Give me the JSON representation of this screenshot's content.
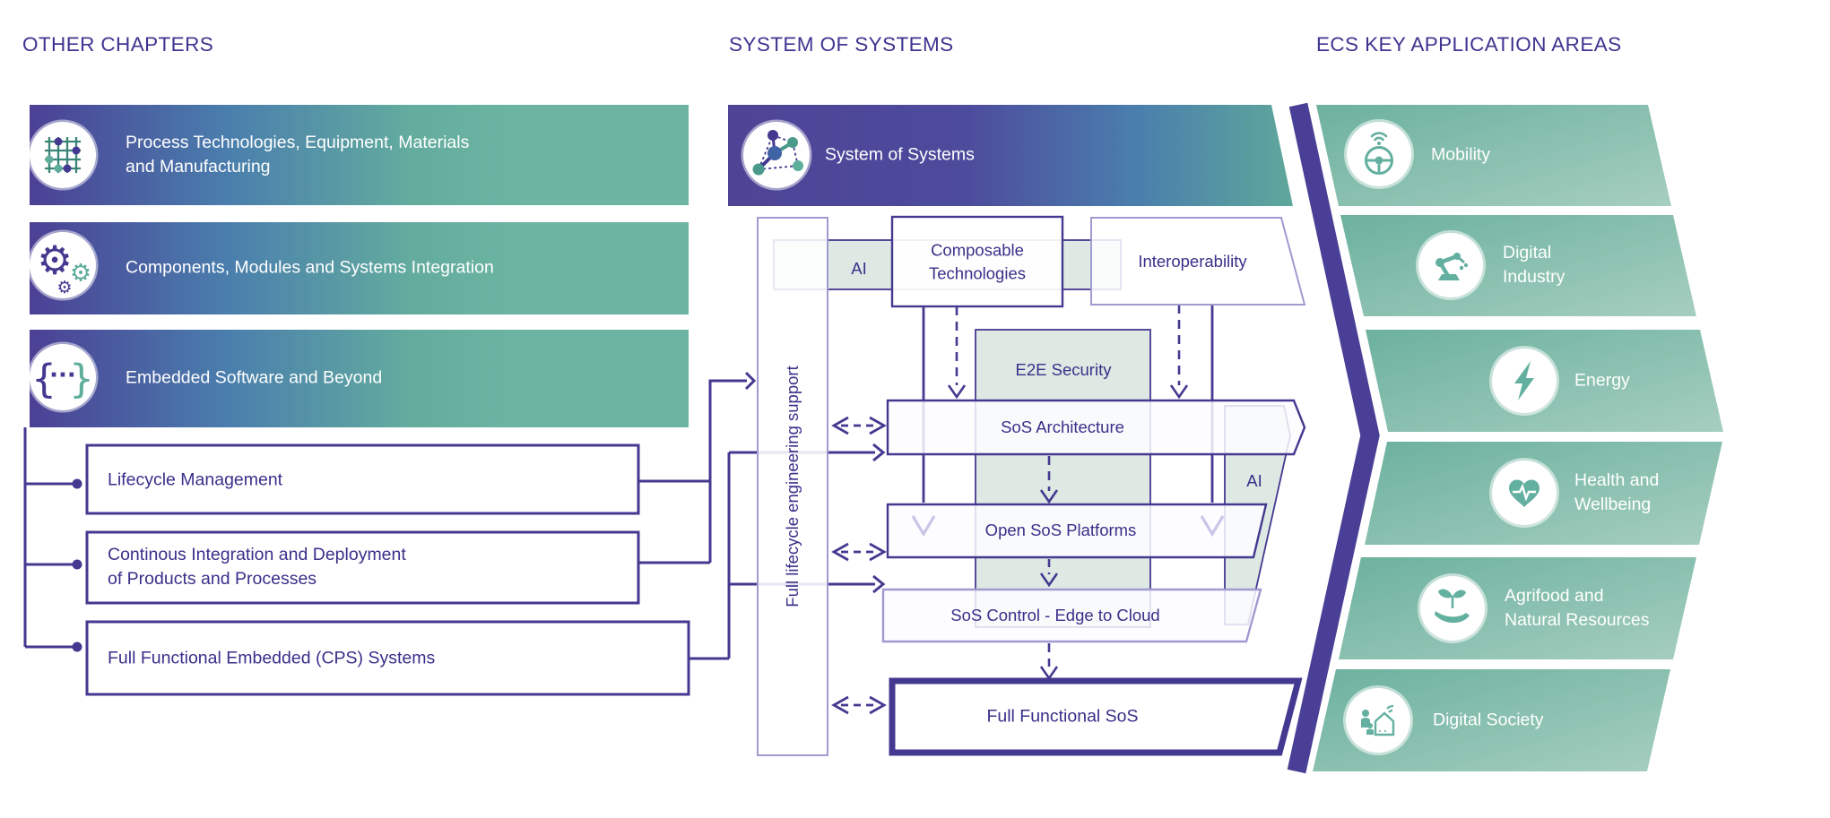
{
  "palette": {
    "indigo_text": "#38308A",
    "indigo_line": "#443990",
    "chevron_band": "#4A3F96",
    "teal": "#6DB5A2",
    "teal_icon": "#5FAE9B",
    "light_green_fill": "#DEE9E3",
    "lavender_arrow": "#C9C6E8",
    "light_purple_border": "#A09AD0"
  },
  "left": {
    "header": "OTHER CHAPTERS",
    "banners": [
      {
        "label": "Process Technologies, Equipment, Materials\nand Manufacturing",
        "icon": "wafer-grid-icon"
      },
      {
        "label": "Components, Modules and Systems Integration",
        "icon": "gears-icon"
      },
      {
        "label": "Embedded Software and Beyond",
        "icon": "code-braces-icon"
      }
    ],
    "boxes": [
      {
        "label": "Lifecycle Management"
      },
      {
        "label": "Continous Integration and Deployment\nof Products and Processes"
      },
      {
        "label": "Full Functional Embedded (CPS) Systems"
      }
    ]
  },
  "middle": {
    "header": "SYSTEM OF SYSTEMS",
    "banner_label": "System of Systems",
    "support_label": "Full lifecycle engineering support",
    "ai_strip_label": "AI",
    "ai_band_label": "AI",
    "composable_label": "Composable\nTechnologies",
    "interoperability_label": "Interoperability",
    "e2e_label": "E2E Security",
    "architecture_label": "SoS Architecture",
    "platforms_label": "Open SoS Platforms",
    "control_label": "SoS Control - Edge to Cloud",
    "full_functional_label": "Full Functional SoS"
  },
  "right": {
    "header": "ECS KEY APPLICATION AREAS",
    "areas": [
      {
        "label": "Mobility",
        "icon": "steering-wheel-icon"
      },
      {
        "label": "Digital\nIndustry",
        "icon": "robot-arm-icon"
      },
      {
        "label": "Energy",
        "icon": "lightning-icon"
      },
      {
        "label": "Health and\nWellbeing",
        "icon": "heart-pulse-icon"
      },
      {
        "label": "Agrifood and\nNatural Resources",
        "icon": "plant-hand-icon"
      },
      {
        "label": "Digital Society",
        "icon": "connected-society-icon"
      }
    ]
  }
}
